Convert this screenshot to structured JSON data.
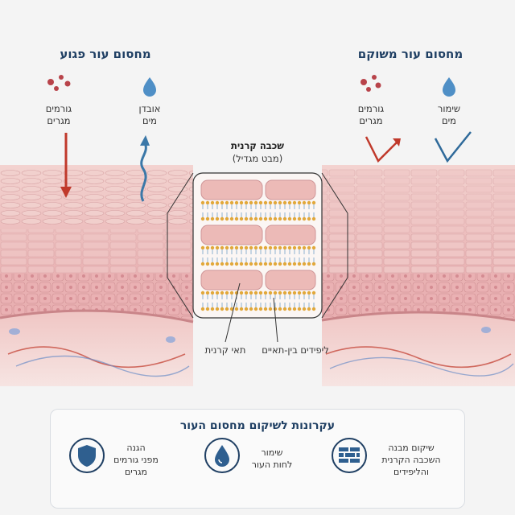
{
  "damaged": {
    "title": "מחסום עור פגוע",
    "irritants": [
      "גורמים",
      "מגרים"
    ],
    "water_loss": [
      "אובדן",
      "מים"
    ]
  },
  "repaired": {
    "title": "מחסום עור משוקם",
    "irritants": [
      "גורמים",
      "מגרים"
    ],
    "water": [
      "שימור",
      "מים"
    ]
  },
  "magnified": {
    "title": "שכבה קרנית",
    "subtitle": "(מבט מגדיל)",
    "label_cells": "תאי קרנית",
    "label_lipids": "ליפידים בין-תאיים"
  },
  "principles": {
    "title": "עקרונות לשיקום מחסום העור",
    "items": [
      {
        "icon": "shield-icon",
        "lines": [
          "הגנה",
          "מפני גורמים",
          "מגרים"
        ]
      },
      {
        "icon": "water-drop-icon",
        "lines": [
          "שימור",
          "לחות העור"
        ]
      },
      {
        "icon": "brick-wall-icon",
        "lines": [
          "שיקום מבנה",
          "השכבה הקרנית",
          "והליפידים"
        ]
      }
    ]
  },
  "colors": {
    "heading": "#1f3f63",
    "skin": "#eab3b5",
    "arrow_red": "#c0392b",
    "arrow_blue": "#3b78a8"
  }
}
